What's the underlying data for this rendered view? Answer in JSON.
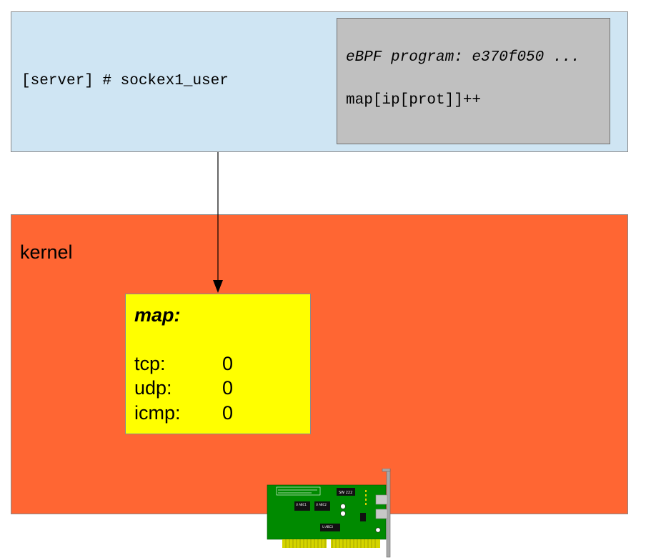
{
  "userspace": {
    "command": "[server] # sockex1_user",
    "program": {
      "line1": "eBPF program: e370f050 ...",
      "line2": "map[ip[prot]]++"
    }
  },
  "kernel": {
    "label": "kernel",
    "map": {
      "title": "map:",
      "rows": [
        {
          "key": "tcp:",
          "value": "0"
        },
        {
          "key": "udp:",
          "value": "0"
        },
        {
          "key": "icmp:",
          "value": "0"
        }
      ]
    }
  },
  "nic": {
    "icon": "network-card-icon",
    "chips": [
      "SW 222",
      "U ABC1",
      "U ABC2",
      "U ABC3"
    ]
  },
  "colors": {
    "userspace_bg": "#cfe5f3",
    "program_bg": "#c0c0c0",
    "kernel_bg": "#ff6633",
    "map_bg": "#ffff00",
    "nic_pcb": "#008a00"
  }
}
